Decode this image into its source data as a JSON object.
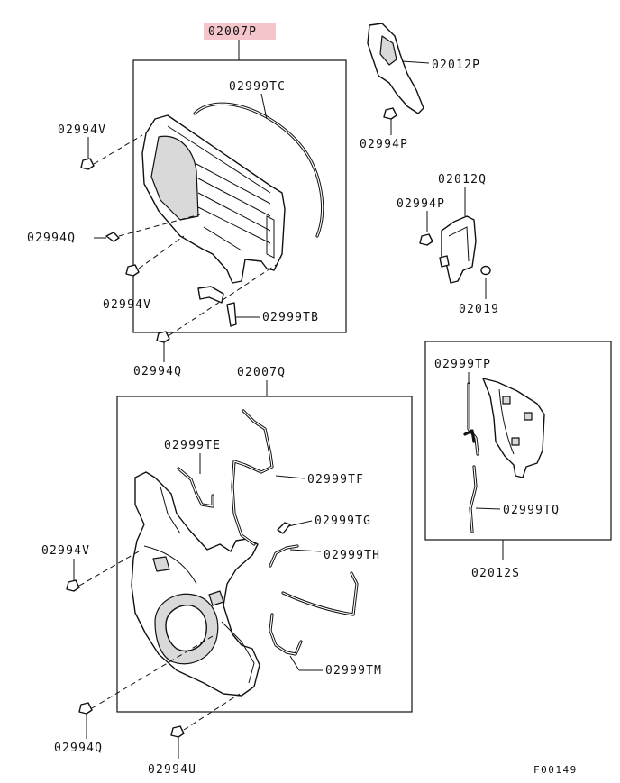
{
  "highlight_color": "#f4c6cc",
  "labels": {
    "assembly_upper": "02007P",
    "seal_tc": "02999TC",
    "bracket_p": "02012P",
    "bolt_p_1": "02994P",
    "bolt_v_1": "02994V",
    "bracket_q": "02012Q",
    "bolt_p_2": "02994P",
    "bolt_q_1": "02994Q",
    "bolt_v_2": "02994V",
    "part_19": "02019",
    "seal_tb": "02999TB",
    "bolt_q_2": "02994Q",
    "assembly_lower": "02007Q",
    "seal_tp": "02999TP",
    "seal_te": "02999TE",
    "seal_tf": "02999TF",
    "seal_tq": "02999TQ",
    "seal_tg": "02999TG",
    "bolt_v_3": "02994V",
    "seal_th": "02999TH",
    "bracket_s": "02012S",
    "seal_tm": "02999TM",
    "bolt_q_3": "02994Q",
    "bolt_u": "02994U",
    "figure_code": "F00149"
  }
}
